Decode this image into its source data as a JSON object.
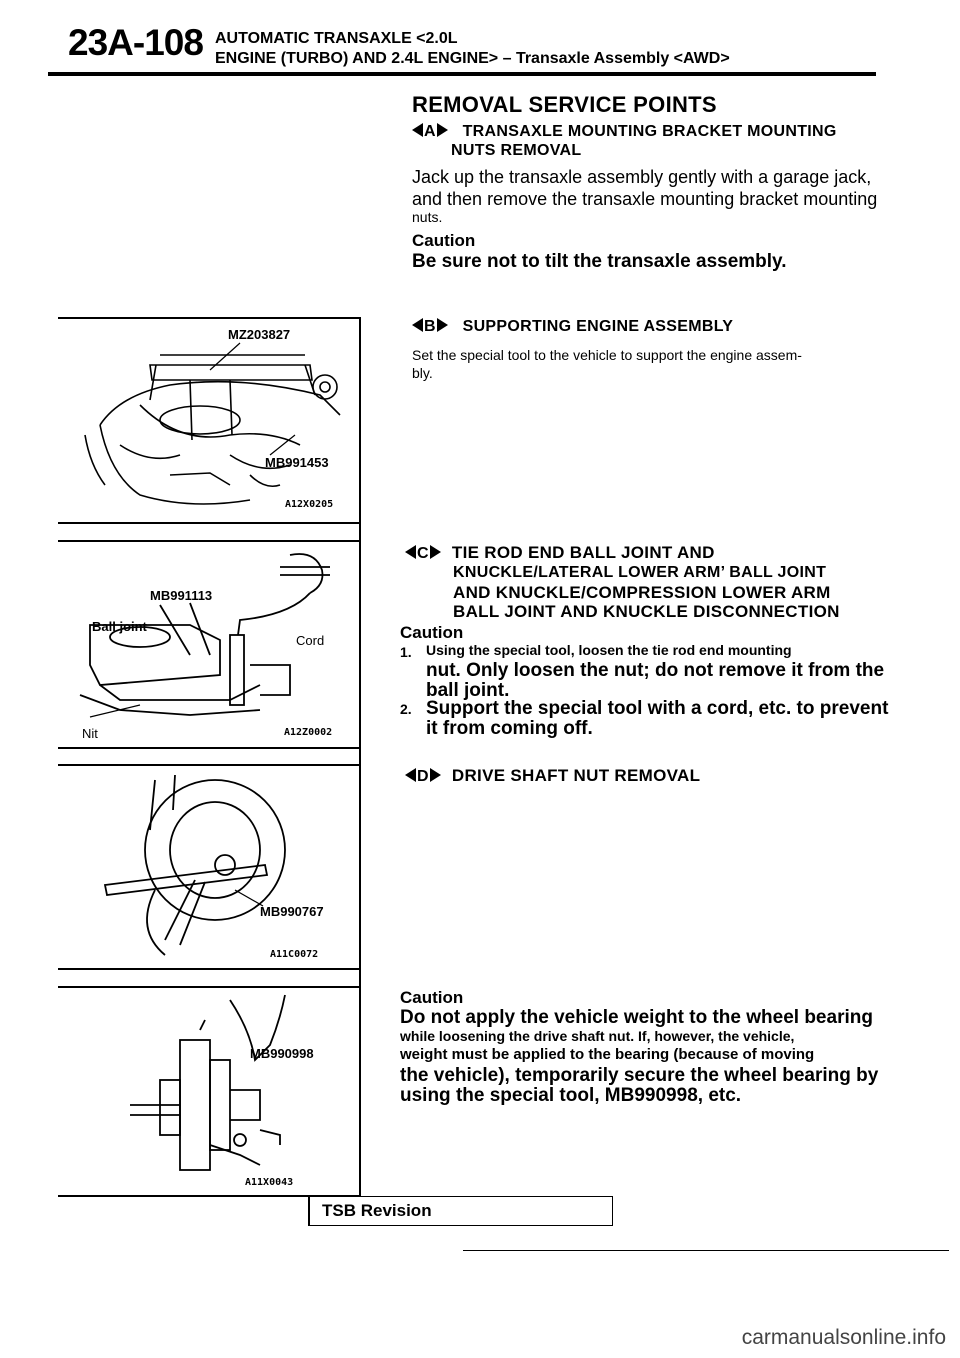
{
  "header": {
    "page_number": "23A-108",
    "line1": "AUTOMATIC TRANSAXLE <2.0L",
    "line2": "ENGINE (TURBO) AND 2.4L ENGINE> – Transaxle Assembly <AWD>"
  },
  "section_title": "REMOVAL SERVICE POINTS",
  "steps": {
    "a": {
      "letter": "A",
      "heading_l1": "TRANSAXLE MOUNTING BRACKET MOUNTING",
      "heading_l2": "NUTS REMOVAL",
      "body_l1": "Jack up the transaxle assembly gently with a garage jack,",
      "body_l2": "and then remove the transaxle mounting bracket mounting",
      "body_l3": "nuts.",
      "caution_label": "Caution",
      "caution_text": "Be sure not to tilt the transaxle assembly."
    },
    "b": {
      "letter": "B",
      "heading": "SUPPORTING ENGINE ASSEMBLY",
      "body_l1": "Set the special tool to the vehicle to support the engine assem-",
      "body_l2": "bly."
    },
    "c": {
      "letter": "C",
      "heading_l1": "TIE ROD END BALL JOINT AND",
      "heading_l2": "KNUCKLE/LATERAL LOWER ARM’ BALL JOINT",
      "heading_l3": "AND KNUCKLE/COMPRESSION LOWER ARM",
      "heading_l4": "BALL JOINT AND KNUCKLE DISCONNECTION",
      "caution_label": "Caution",
      "item1_num": "1.",
      "item1_l1": "Using the special tool, loosen the tie rod end mounting",
      "item1_l2": "nut. Only loosen the nut; do not remove it from the",
      "item1_l3": "ball joint.",
      "item2_num": "2.",
      "item2_l1": "Support the special tool with a cord, etc. to prevent",
      "item2_l2": "it from coming off."
    },
    "d": {
      "letter": "D",
      "heading": "DRIVE SHAFT NUT REMOVAL",
      "caution_label": "Caution",
      "caution_l1": "Do not apply the vehicle weight to the wheel bearing",
      "caution_l2": "while loosening the drive shaft nut. If, however, the vehicle,",
      "caution_l3": "weight must be applied to the bearing (because of moving",
      "caution_l4": "the vehicle), temporarily secure the wheel bearing by",
      "caution_l5": "using the special tool, MB990998, etc."
    }
  },
  "figures": {
    "fig1": {
      "tool1": "MZ203827",
      "tool2": "MB991453",
      "code": "A12X0205"
    },
    "fig2": {
      "tool": "MB991113",
      "ball_joint": "Ball joint",
      "cord": "Cord",
      "nut": "Nit",
      "code": "A12Z0002"
    },
    "fig3": {
      "tool": "MB990767",
      "code": "A11C0072"
    },
    "fig4": {
      "tool": "MB990998",
      "code": "A11X0043"
    }
  },
  "footer": {
    "tsb_revision": "TSB Revision",
    "watermark": "carmanualsonline.info"
  }
}
